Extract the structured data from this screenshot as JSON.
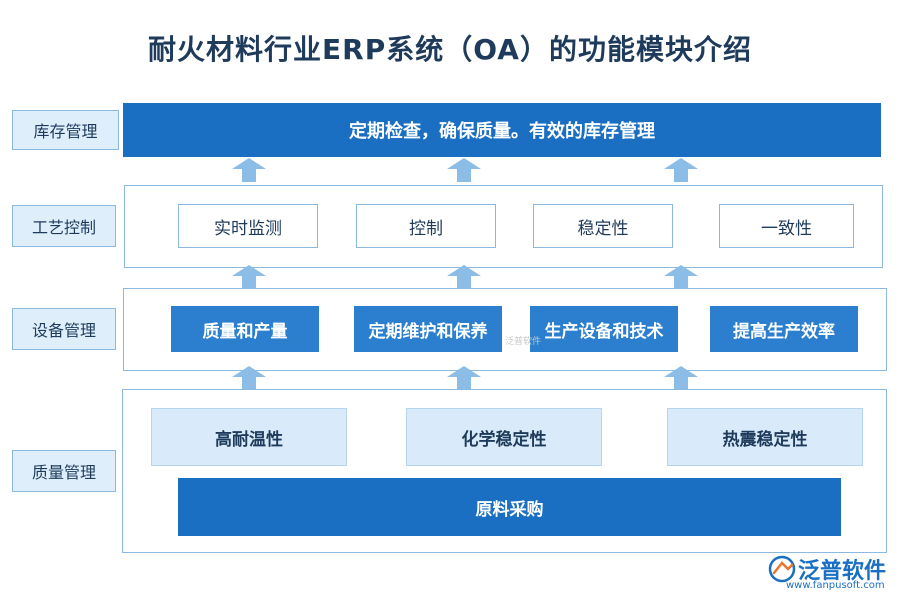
{
  "title": "耐火材料行业ERP系统（OA）的功能模块介绍",
  "sections": {
    "inventory": {
      "label": "库存管理",
      "banner": "定期检查，确保质量。有效的库存管理"
    },
    "process": {
      "label": "工艺控制",
      "items": [
        "实时监测",
        "控制",
        "稳定性",
        "一致性"
      ]
    },
    "equipment": {
      "label": "设备管理",
      "items": [
        "质量和产量",
        "定期维护和保养",
        "生产设备和技术",
        "提高生产效率"
      ]
    },
    "quality": {
      "label": "质量管理",
      "items": [
        "高耐温性",
        "化学稳定性",
        "热震稳定性"
      ],
      "base": "原料采购"
    }
  },
  "brand": {
    "name": "泛普软件",
    "url": "www.fanpusoft.com",
    "watermark": "泛普软件"
  },
  "colors": {
    "dark_blue": "#1a6fc2",
    "mid_blue": "#2b7fce",
    "light_blue": "#d9ebfa",
    "arrow": "#8bbde6",
    "frame": "#8cb9df"
  }
}
